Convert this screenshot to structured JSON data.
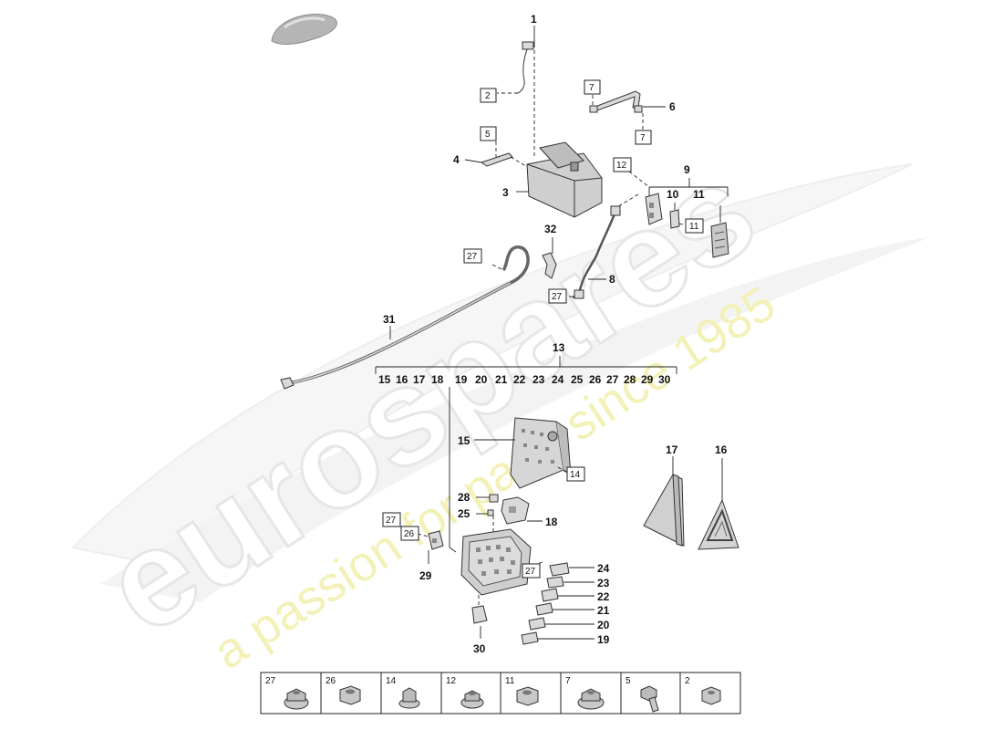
{
  "watermark": {
    "brand": "eurospares",
    "tagline": "a passion for parts since 1985"
  },
  "callouts": {
    "c1": "1",
    "c2": "2",
    "c3": "3",
    "c4": "4",
    "c5": "5",
    "c6": "6",
    "c7a": "7",
    "c7b": "7",
    "c8": "8",
    "c9": "9",
    "c10": "10",
    "c11a": "11",
    "c11b": "11",
    "c12": "12",
    "c13": "13",
    "c14": "14",
    "c15": "15",
    "c16": "16",
    "c17": "17",
    "c18": "18",
    "c19": "19",
    "c20": "20",
    "c21": "21",
    "c22": "22",
    "c23": "23",
    "c24": "24",
    "c25": "25",
    "c26": "26",
    "c27a": "27",
    "c27b": "27",
    "c27c": "27",
    "c27d": "27",
    "c28": "28",
    "c29": "29",
    "c30": "30",
    "c31": "31",
    "c32": "32"
  },
  "group_13_labels": [
    "15",
    "16",
    "17",
    "18",
    "19",
    "20",
    "21",
    "22",
    "23",
    "24",
    "25",
    "26",
    "27",
    "28",
    "29",
    "30"
  ],
  "hardware_table": [
    "27",
    "26",
    "14",
    "12",
    "11",
    "7",
    "5",
    "2"
  ],
  "colors": {
    "watermark_fill": "#efefef",
    "tagline_color": "#f3f1b8",
    "part_fill": "#d9d9d9",
    "line_color": "#222222"
  }
}
